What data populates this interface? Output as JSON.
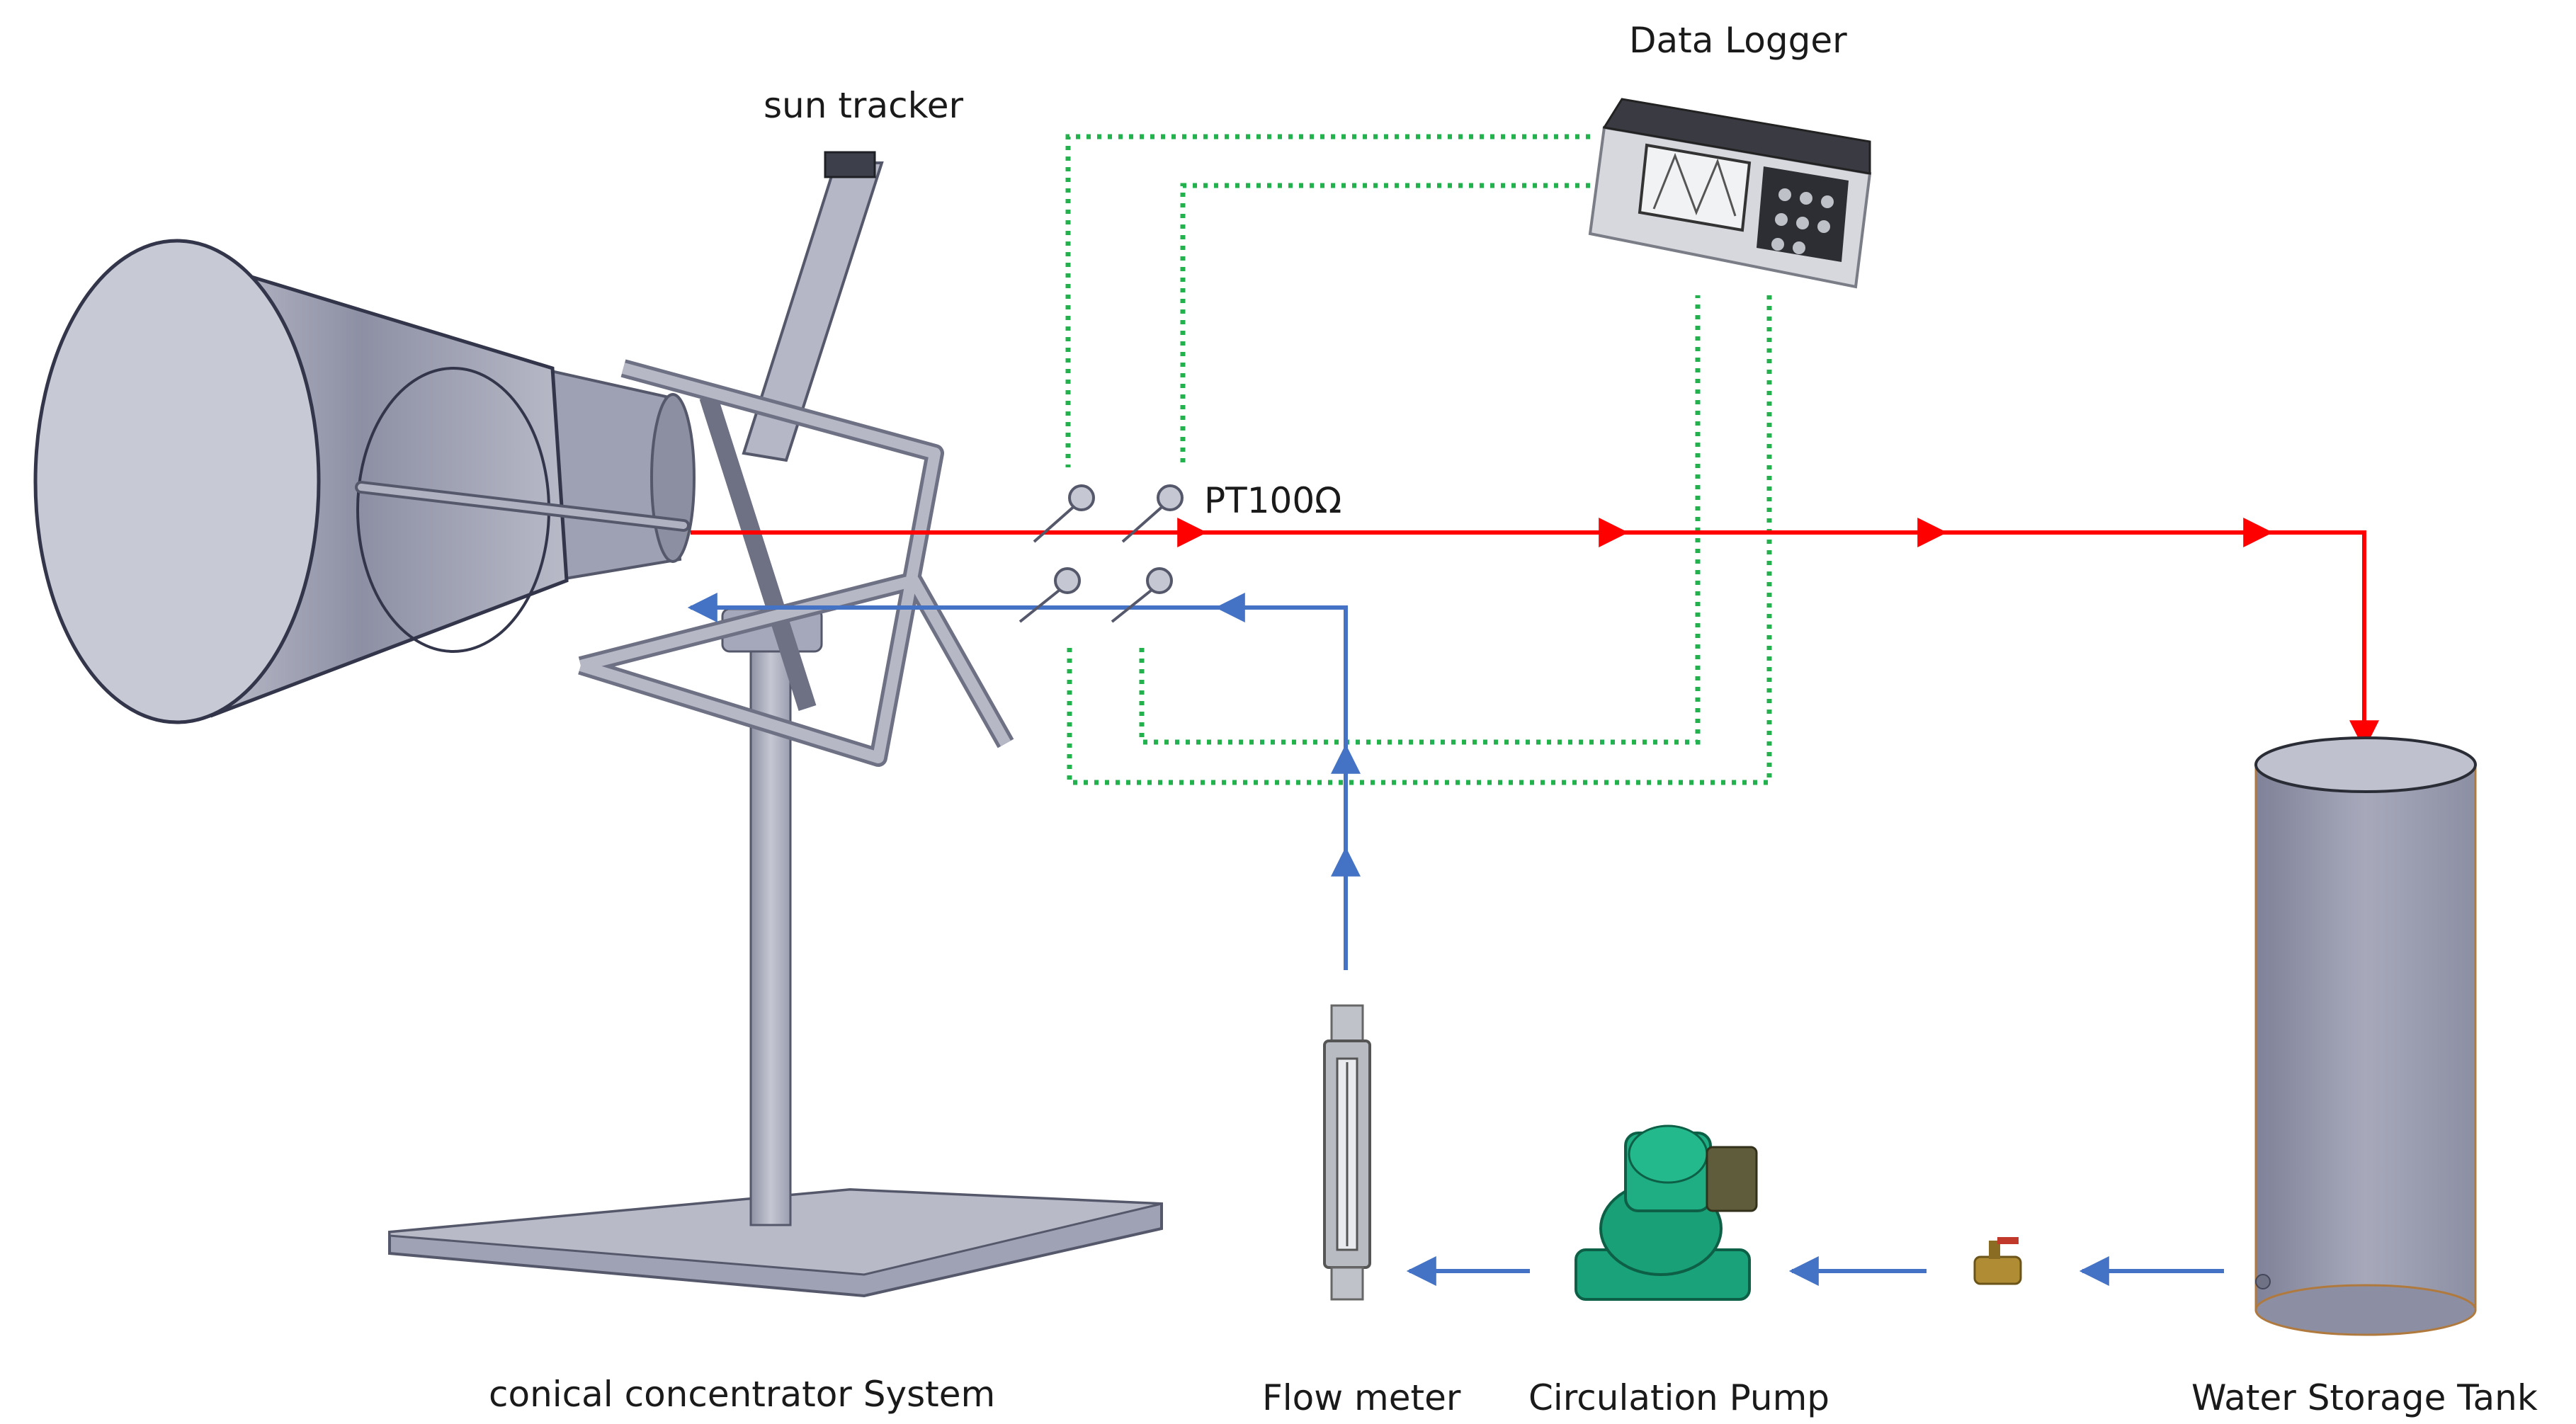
{
  "labels": {
    "data_logger": "Data Logger",
    "sun_tracker": "sun tracker",
    "sensor": "PT100Ω",
    "concentrator": "conical concentrator System",
    "flow_meter": "Flow meter",
    "pump": "Circulation Pump",
    "tank": "Water Storage Tank"
  },
  "colors": {
    "hot_line": "#ff0000",
    "cold_line": "#4472c4",
    "signal_line": "#22b14c",
    "metal": "#a9acbd",
    "tank": "#9da0b4",
    "pump": "#1aa37a"
  }
}
